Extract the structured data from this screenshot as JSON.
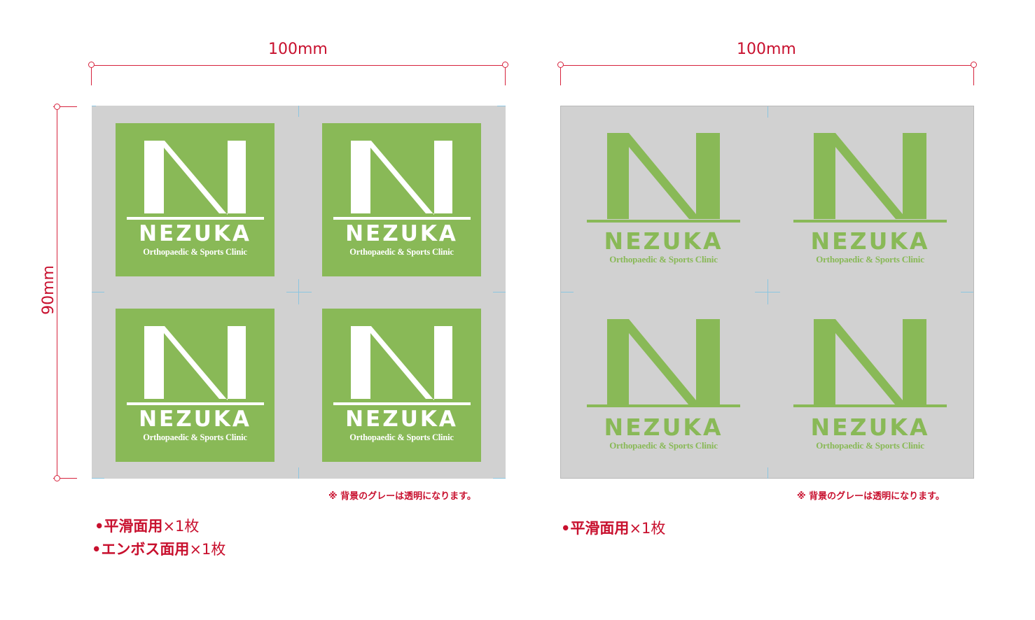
{
  "left_panel": {
    "width_label": "100mm",
    "height_label": "90mm",
    "note": "※ 背景のグレーは透明になります。",
    "specs": [
      {
        "bullet": "•",
        "name": "平滑面用",
        "qty": "×1枚"
      },
      {
        "bullet": "•",
        "name": "エンボス面用",
        "qty": "×1枚"
      }
    ]
  },
  "right_panel": {
    "width_label": "100mm",
    "note": "※ 背景のグレーは透明になります。",
    "specs": [
      {
        "bullet": "•",
        "name": "平滑面用",
        "qty": "×1枚"
      }
    ]
  },
  "logo": {
    "brand": "NEZUKA",
    "subtitle": "Orthopaedic & Sports Clinic",
    "icon": "n-monogram-icon"
  },
  "colors": {
    "logo_green": "#89b957",
    "sheet_gray": "#d1d1d1",
    "dimension_red": "#c8102e",
    "crop_blue": "#8cc5e0"
  }
}
